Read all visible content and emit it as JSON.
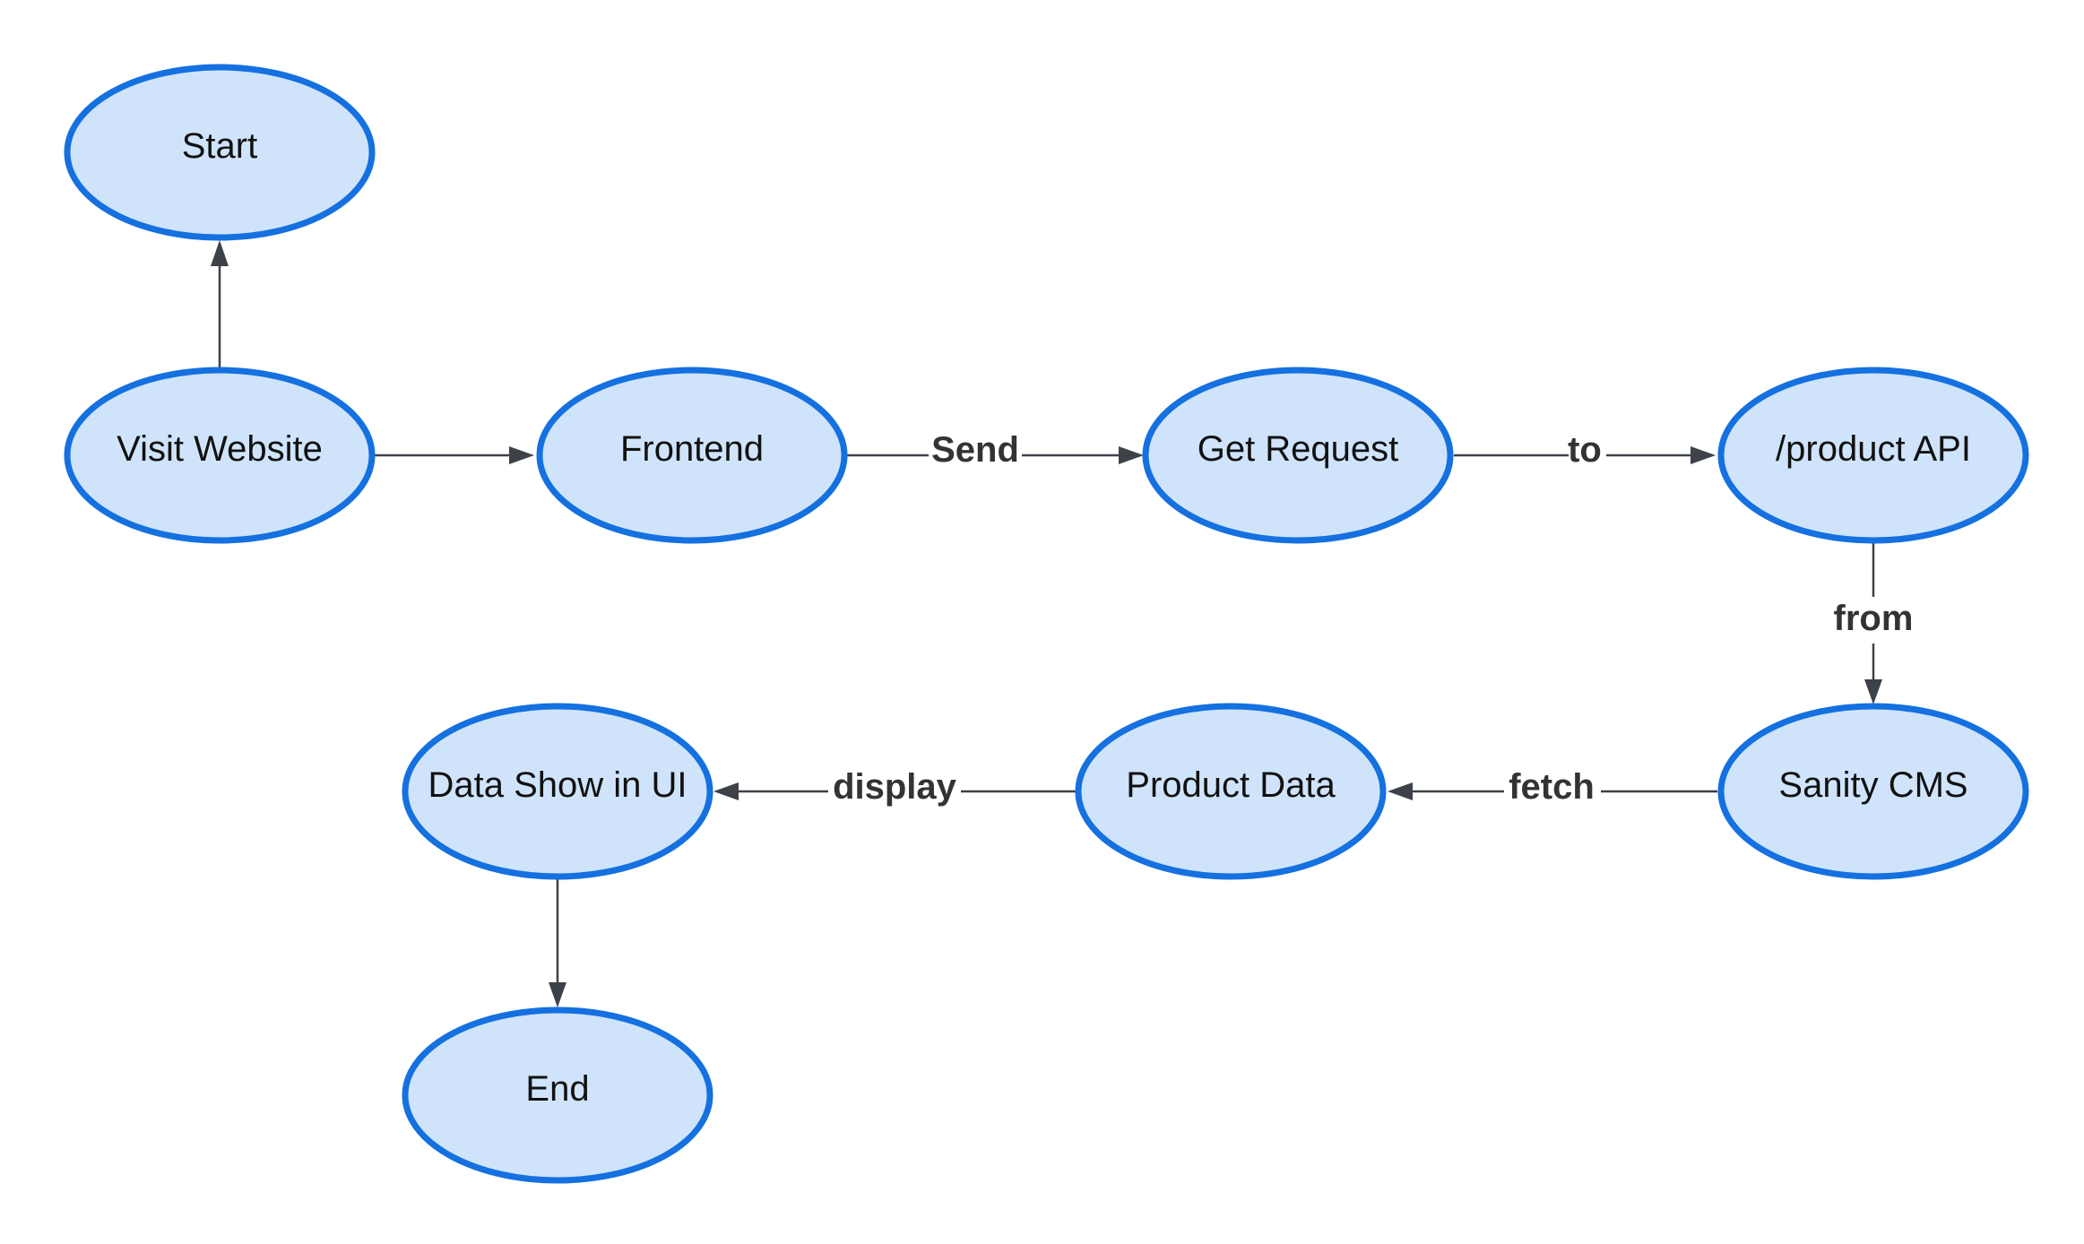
{
  "colors": {
    "node_fill": "#cfe4fb",
    "node_stroke": "#1570e0",
    "edge": "#3d4148",
    "edge_label": "#333333"
  },
  "nodes": {
    "start": "Start",
    "visit_website": "Visit Website",
    "frontend": "Frontend",
    "get_request": "Get Request",
    "product_api": "/product API",
    "sanity_cms": "Sanity CMS",
    "product_data": "Product Data",
    "data_show": "Data Show in UI",
    "end": "End"
  },
  "edges": [
    {
      "from": "visit_website",
      "to": "start",
      "label": ""
    },
    {
      "from": "visit_website",
      "to": "frontend",
      "label": ""
    },
    {
      "from": "frontend",
      "to": "get_request",
      "label": "Send"
    },
    {
      "from": "get_request",
      "to": "product_api",
      "label": "to"
    },
    {
      "from": "product_api",
      "to": "sanity_cms",
      "label": "from"
    },
    {
      "from": "sanity_cms",
      "to": "product_data",
      "label": "fetch"
    },
    {
      "from": "product_data",
      "to": "data_show",
      "label": "display"
    },
    {
      "from": "data_show",
      "to": "end",
      "label": ""
    }
  ]
}
